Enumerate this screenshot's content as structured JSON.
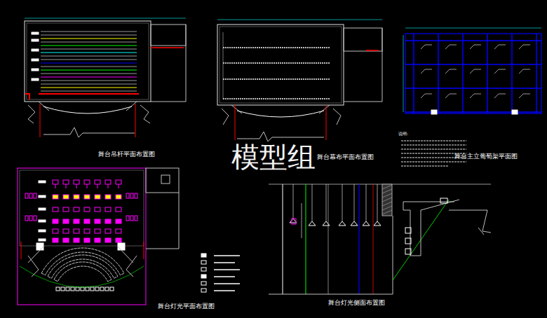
{
  "diagram": {
    "labels": [
      "舞台吊杆平面布置图",
      "舞台幕布平面布置图",
      "舞台主立葡萄架平面图",
      "说明:",
      "模型组",
      "舞台灯光平面布置图",
      "舞台灯光侧面布置图"
    ]
  }
}
